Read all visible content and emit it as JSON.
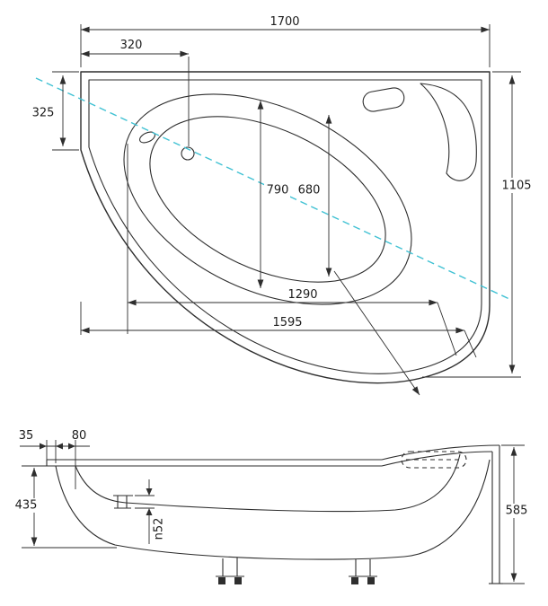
{
  "colors": {
    "ink": "#2e2e2e",
    "centerline": "#3fc1d3",
    "background": "#ffffff"
  },
  "top_view": {
    "dim_total_length": "1700",
    "dim_faucet_offset": "320",
    "dim_left_edge": "325",
    "dim_total_width": "1105",
    "dim_basin_width_outer": "790",
    "dim_basin_width_inner": "680",
    "dim_basin_length": "1290",
    "dim_overall_diagonal": "1595"
  },
  "side_view": {
    "dim_rim_lip": "35",
    "dim_rim_inset": "80",
    "dim_shell_depth": "435",
    "dim_drain_diameter": "n52",
    "dim_overall_height": "585"
  }
}
